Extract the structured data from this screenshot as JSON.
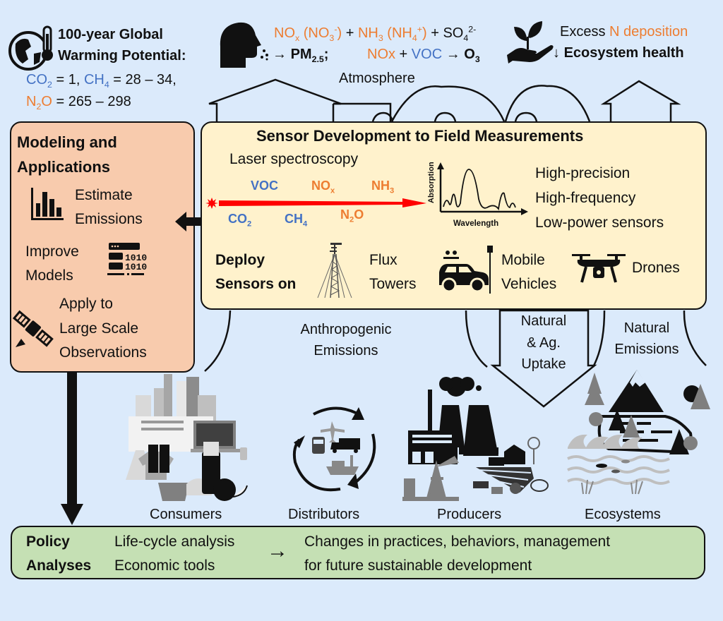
{
  "header": {
    "gwp": {
      "title_line1": "100-year Global",
      "title_line2": "Warming Potential:",
      "co2": "CO",
      "co2_sub": "2",
      "co2_value": " = 1, ",
      "ch4": "CH",
      "ch4_sub": "4",
      "ch4_value": " = 28 – 34,",
      "n2o": "N",
      "n2o_sub": "2",
      "n2o_o": "O",
      "n2o_value": " = 265 – 298"
    },
    "pm": {
      "nox": "NO",
      "nox_sub": "x",
      "no3": " (NO",
      "no3_sub": "3",
      "no3_sup": "-",
      "no3_close": ")",
      "plus1": " + ",
      "nh3": "NH",
      "nh3_sub": "3",
      "nh4": " (NH",
      "nh4_sub": "4",
      "nh4_sup": "+",
      "nh4_close": ")",
      "plus2": " + SO",
      "so4_sub": "4",
      "so4_sup": "2-",
      "arrow1": "→ ",
      "pm_label": "PM",
      "pm_sub": "2.5",
      "pm_semicolon": ";",
      "nox2": "NOx",
      "plus3": " + ",
      "voc": "VOC",
      "arrow2": " → ",
      "o3": "O",
      "o3_sub": "3"
    },
    "eco": {
      "excess": "Excess ",
      "n_deposition": "N deposition",
      "down_arrow": "↓ ",
      "health": "Ecosystem health"
    },
    "atmosphere_label": "Atmosphere"
  },
  "modeling": {
    "title_line1": "Modeling and",
    "title_line2": "Applications",
    "items": [
      {
        "icon": "bar-chart-icon",
        "line1": "Estimate",
        "line2": "Emissions"
      },
      {
        "icon": "server-binary-icon",
        "line1": "Improve",
        "line2": "Models"
      },
      {
        "icon": "satellite-icon",
        "line1": "Apply to",
        "line2": "Large Scale",
        "line3": "Observations"
      }
    ]
  },
  "sensor": {
    "title": "Sensor Development to Field Measurements",
    "laser_label": "Laser spectroscopy",
    "gases_top": [
      {
        "name": "VOC",
        "sub": "",
        "color": "#4472c4"
      },
      {
        "name": "NO",
        "sub": "x",
        "color": "#ed7d31"
      },
      {
        "name": "NH",
        "sub": "3",
        "color": "#ed7d31"
      }
    ],
    "gases_bottom": [
      {
        "name": "CO",
        "sub": "2",
        "color": "#4472c4"
      },
      {
        "name": "CH",
        "sub": "4",
        "color": "#4472c4"
      },
      {
        "name": "N",
        "sub": "2",
        "tail": "O",
        "color": "#ed7d31"
      }
    ],
    "spectrum": {
      "ylabel": "Absorption",
      "xlabel": "Wavelength"
    },
    "features": [
      "High-precision",
      "High-frequency",
      "Low-power sensors"
    ],
    "deploy_line1": "Deploy",
    "deploy_line2": "Sensors on",
    "platforms": [
      {
        "icon": "flux-tower-icon",
        "line1": "Flux",
        "line2": "Towers"
      },
      {
        "icon": "vehicle-icon",
        "line1": "Mobile",
        "line2": "Vehicles"
      },
      {
        "icon": "drone-icon",
        "line1": "Drones",
        "line2": ""
      }
    ]
  },
  "flows": {
    "anthropogenic_line1": "Anthropogenic",
    "anthropogenic_line2": "Emissions",
    "uptake_line1": "Natural",
    "uptake_line2": "& Ag.",
    "uptake_line3": "Uptake",
    "natural_line1": "Natural",
    "natural_line2": "Emissions"
  },
  "sectors": [
    "Consumers",
    "Distributors",
    "Producers",
    "Ecosystems"
  ],
  "policy": {
    "title_line1": "Policy",
    "title_line2": "Analyses",
    "tool1": "Life-cycle analysis",
    "tool2": "Economic tools",
    "arrow": "→",
    "outcome_line1": "Changes in practices, behaviors, management",
    "outcome_line2": "for future sustainable development"
  },
  "colors": {
    "background": "#dbeafb",
    "modeling_box": "#f8cbad",
    "sensor_box": "#fff2cc",
    "policy_box": "#c5e0b4",
    "co2_blue": "#4472c4",
    "n_orange": "#ed7d31",
    "laser_red": "#ff0000"
  }
}
